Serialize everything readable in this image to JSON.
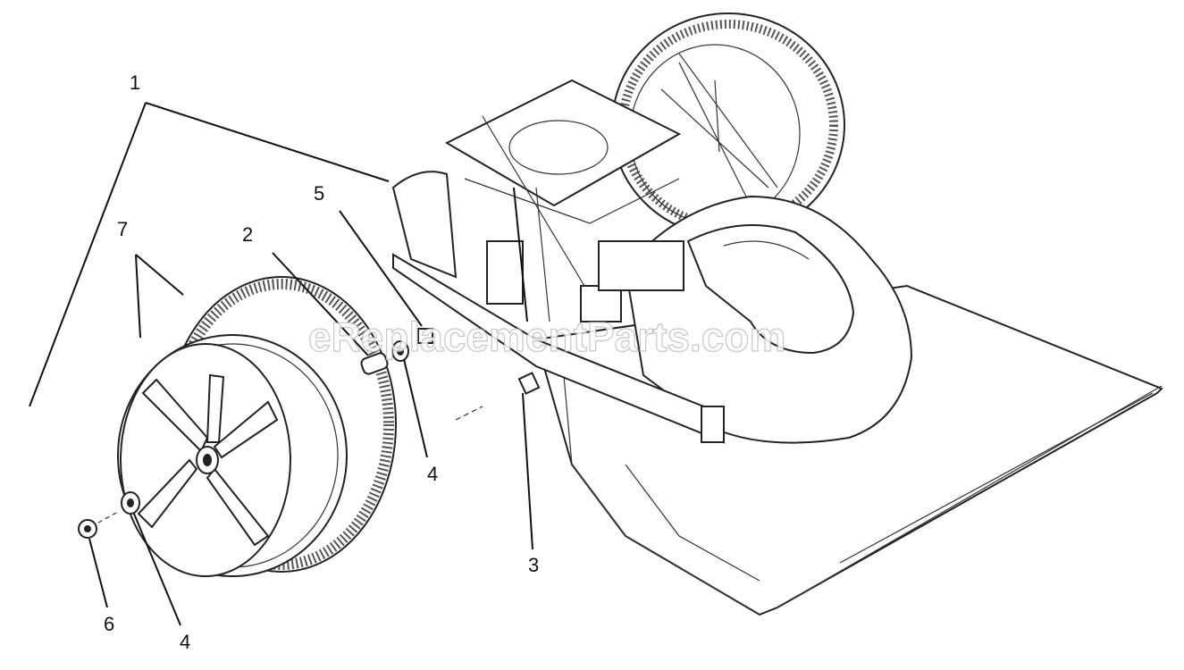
{
  "callouts": [
    {
      "id": "c1",
      "label": "1"
    },
    {
      "id": "c7",
      "label": "7"
    },
    {
      "id": "c2",
      "label": "2"
    },
    {
      "id": "c5",
      "label": "5"
    },
    {
      "id": "c4a",
      "label": "4"
    },
    {
      "id": "c3",
      "label": "3"
    },
    {
      "id": "c6",
      "label": "6"
    },
    {
      "id": "c4b",
      "label": "4"
    }
  ],
  "watermark": "eReplacementParts.com"
}
